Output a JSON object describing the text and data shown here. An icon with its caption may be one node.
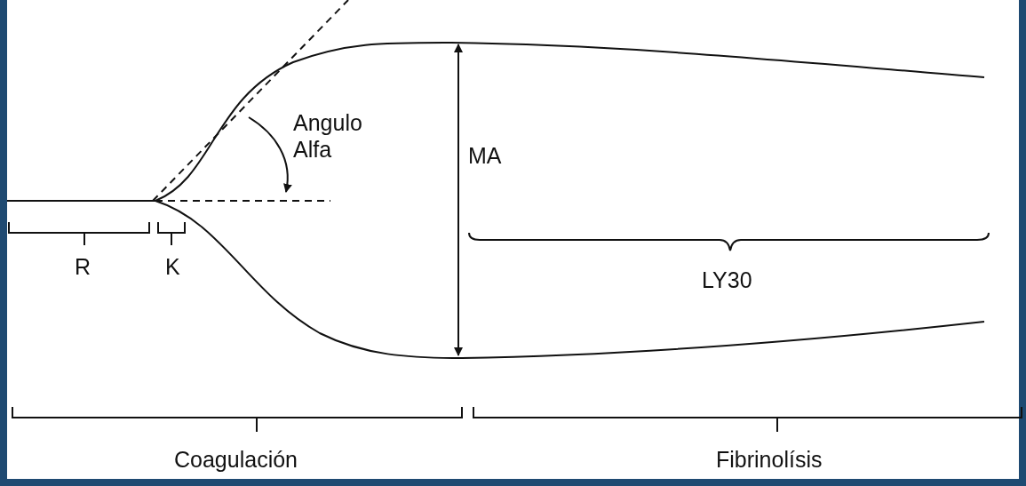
{
  "diagram": {
    "labels": [
      "Angulo Alfa",
      "MA",
      "R",
      "K",
      "LY30",
      "Coagulación",
      "Fibrinolísis"
    ]
  }
}
